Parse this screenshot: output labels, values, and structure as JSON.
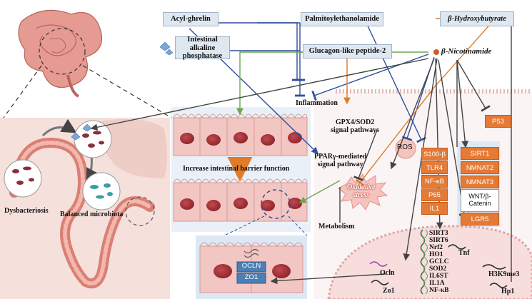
{
  "molecules": {
    "acyl_ghrelin": "Acyl-ghrelin",
    "palmitoylethanolamide": "Palmitoylethanolamide",
    "beta_hydroxybutyrate": "β-Hydroxybutyrate",
    "intestinal_alkaline_phosphatase": "Intestinal alkaline phosphatase",
    "glp2": "Glucagon-like peptide-2",
    "beta_nicotinamide": "β-Nicotinamide"
  },
  "labels": {
    "inflammation": "Inflammation",
    "gpx4_sod2": "GPX4/SOD2\nsignal pathways",
    "ppar": "PPARγ-mediated\nsignal pathway",
    "ros": "ROS",
    "oxidative_stress": "Oxidative\nstress",
    "barrier": "Increase intestinal barrier function",
    "metabolism": "Metabolism",
    "dysbacteriosis": "Dysbacteriosis",
    "balanced_microbiota": "Balanced microbiota",
    "ocln": "Ocln",
    "zo1": "Zo1",
    "tnf": "Tnf",
    "h3k9me3": "H3K9me3",
    "hp1": "Hp1",
    "ocln_box": "OCLN",
    "zo1_box": "ZO1"
  },
  "orange_targets": [
    "S100-β",
    "TLR4",
    "NF-κB",
    "P65",
    "IL1"
  ],
  "p53": "P53",
  "sirt_targets": [
    "SIRT1",
    "NMNAT2",
    "NMNAT3"
  ],
  "wnt": "WNT/β-\nCatenin",
  "lgr5": "LGR5",
  "nucleus_genes": [
    "SIRT3",
    "SIRT6",
    "Nrf2",
    "HO1",
    "GCLC",
    "SOD2",
    "IL6ST",
    "IL1A",
    "NF-κB"
  ],
  "colors": {
    "blue_arrow": "#2d4f9e",
    "green_arrow": "#6aa84f",
    "orange_arrow": "#e07b2a",
    "dark_arrow": "#444444",
    "tissue_pink": "#f5e0dc",
    "cell_pink": "#f2c6c2",
    "nucleus": "#a8323a"
  }
}
